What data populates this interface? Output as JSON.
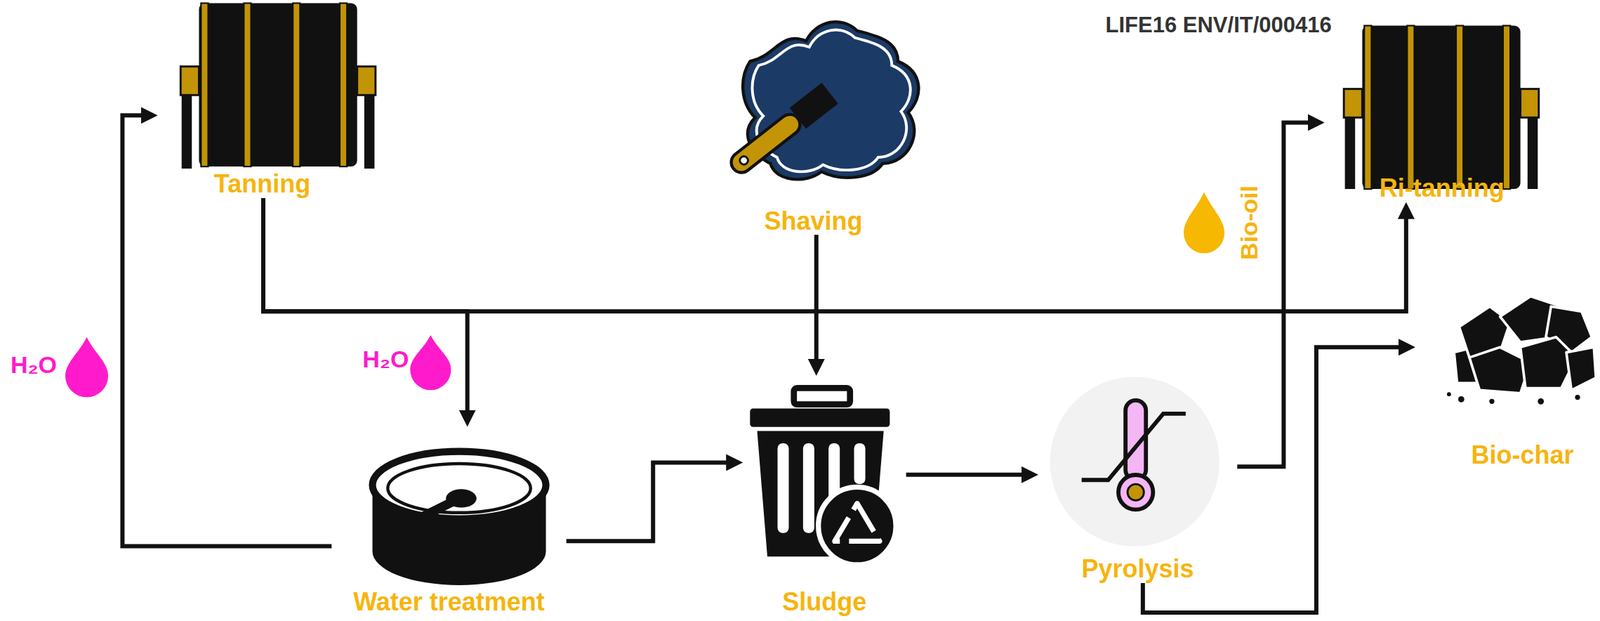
{
  "diagram": {
    "nodes": [
      {
        "text": [
          "Tanning"
        ]
      },
      {
        "text": [
          "Shaving"
        ]
      },
      {
        "text": [
          "Ri-tanning"
        ]
      },
      {
        "text": [
          "Water treatment"
        ]
      },
      {
        "text": [
          "Sludge"
        ]
      },
      {
        "text": [
          "Pyrolysis"
        ]
      },
      {
        "text": [
          "Bio-char"
        ]
      }
    ],
    "edges": [
      {
        "from": 0,
        "to": 3,
        "arrow": "to",
        "label": "H₂O"
      },
      {
        "from": 0,
        "to": 2,
        "arrow": "to"
      },
      {
        "from": 3,
        "to": 0,
        "arrow": "to",
        "label": "H₂O"
      },
      {
        "from": 3,
        "to": 4,
        "arrow": "to"
      },
      {
        "from": 1,
        "to": 4,
        "arrow": "to"
      },
      {
        "from": 4,
        "to": 5,
        "arrow": "to"
      },
      {
        "from": 5,
        "to": 2,
        "arrow": "to",
        "label": "Bio-oil"
      },
      {
        "from": 5,
        "to": 6,
        "arrow": "to"
      }
    ],
    "labels": [
      "LIFE16 ENV/IT/000416"
    ]
  }
}
